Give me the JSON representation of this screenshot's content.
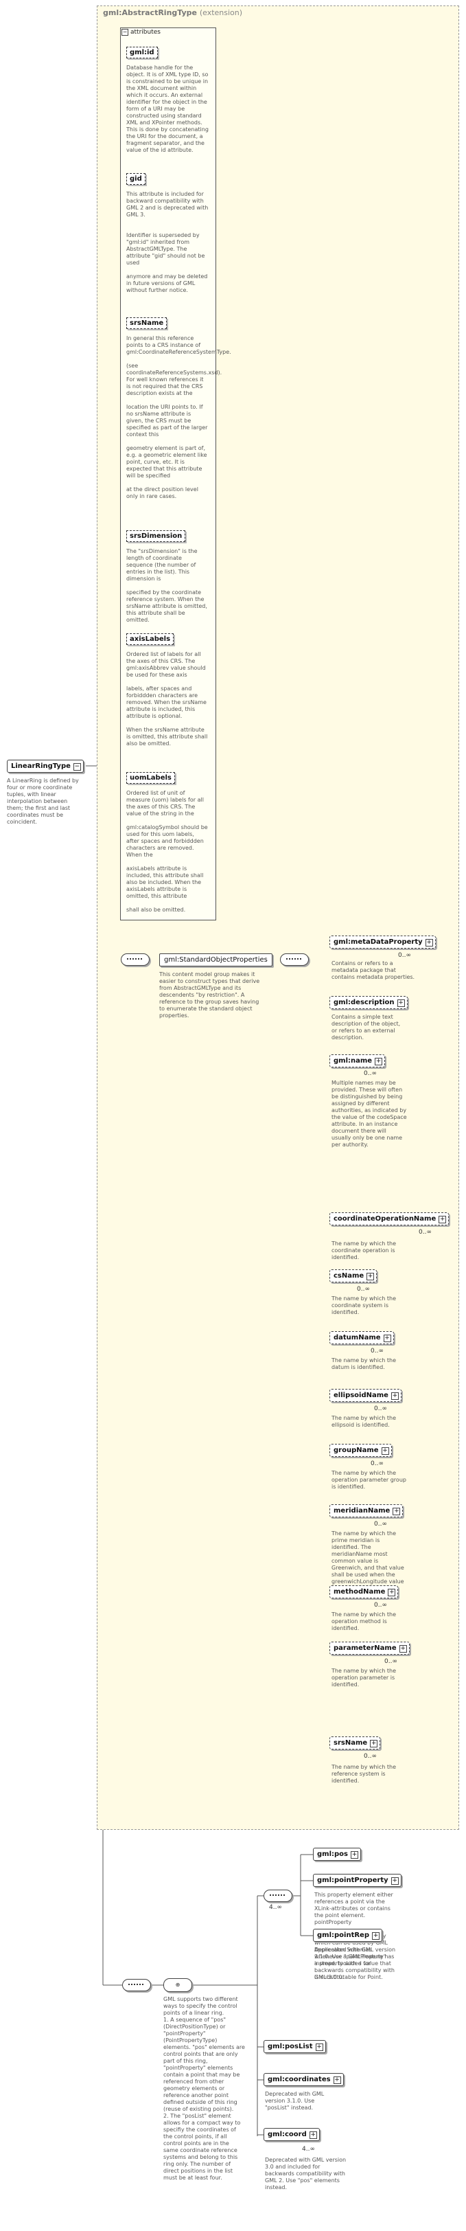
{
  "root": {
    "name": "LinearRingType",
    "description": "A LinearRing is defined by four or more coordinate tuples, with linear interpolation between them; the first and last coordinates must be coincident."
  },
  "extension": {
    "name": "gml:AbstractRingType",
    "suffix": "(extension)"
  },
  "attributes_group": {
    "label": "attributes",
    "items": [
      {
        "name": "gml:id",
        "desc": "Database handle for the object.  It is of XML type ID, so is constrained to be unique in the XML document within which it occurs.  An external identifier for the object in the form of a URI may be constructed using standard XML and XPointer methods.  This is done by concatenating the URI for the document, a fragment separator, and the value of the id attribute."
      },
      {
        "name": "gid",
        "desc": "This attribute is included for backward compatibility with GML 2 and is deprecated with GML 3.\n\n\nIdentifier is superseded by \"gml:id\" inherited from AbstractGMLType. The attribute \"gid\" should not be used\n\n                                      anymore and may be deleted in future versions of GML without further notice."
      },
      {
        "name": "srsName",
        "desc": "In general this reference points to a CRS instance of gml:CoordinateReferenceSystemType.\n\n(see coordinateReferenceSystems.xsd). For well known references it is not required that the CRS description exists at the\n\nlocation the URI points to. If no srsName attribute is given, the CRS must be specified as part of the larger context this\n\ngeometry element is part of, e.g. a geometric element like point, curve, etc. It is expected that this attribute will be specified\n\nat the direct position level only in rare cases."
      },
      {
        "name": "srsDimension",
        "desc": "The \"srsDimension\" is the length of coordinate sequence (the number of entries in the list). This dimension is\n\nspecified by the coordinate reference system. When the srsName attribute is omitted, this attribute shall be omitted."
      },
      {
        "name": "axisLabels",
        "desc": "Ordered list of labels for all the axes of this CRS. The gml:axisAbbrev value should be used for these axis\n\nlabels, after spaces and forbiddden characters are removed. When the srsName attribute is included, this attribute is optional.\n\nWhen the srsName attribute is omitted, this attribute shall also be omitted."
      },
      {
        "name": "uomLabels",
        "desc": "Ordered list of unit of measure (uom) labels for all the axes of this CRS. The value of the string in the\n\ngml:catalogSymbol should be used for this uom labels, after spaces and forbiddden characters are removed. When the\n\naxisLabels attribute is included, this attribute shall also be included. When the axisLabels attribute is omitted, this attribute\n\nshall also be omitted."
      }
    ]
  },
  "standard_group": {
    "name": "gml:StandardObjectProperties",
    "desc": "This content model group makes it easier to construct types that derive from AbstractGMLType and its descendents \"by restriction\". A reference to the group saves having to enumerate the standard object properties.",
    "elements": [
      {
        "name": "gml:metaDataProperty",
        "card": "0..∞",
        "desc": "Contains or refers to a metadata package that contains metadata properties.",
        "optional": true
      },
      {
        "name": "gml:description",
        "card": "",
        "desc": "Contains a simple text description of the object, or refers to an external description.",
        "optional": true
      },
      {
        "name": "gml:name",
        "card": "0..∞",
        "desc": "Multiple names may be provided.  These will often be distinguished by being assigned by different authorities, as indicated by the value of the codeSpace attribute.  In an instance document there will usually only be one name per authority.",
        "optional": true
      },
      {
        "name": "coordinateOperationName",
        "card": "0..∞",
        "desc": "The name by which the coordinate operation is identified.",
        "optional": true
      },
      {
        "name": "csName",
        "card": "0..∞",
        "desc": "The name by which the coordinate system is identified.",
        "optional": true
      },
      {
        "name": "datumName",
        "card": "0..∞",
        "desc": "The name by which the datum is identified.",
        "optional": true
      },
      {
        "name": "ellipsoidName",
        "card": "0..∞",
        "desc": "The name by which the ellipsoid is identified.",
        "optional": true
      },
      {
        "name": "groupName",
        "card": "0..∞",
        "desc": "The name by which the operation parameter group is identified.",
        "optional": true
      },
      {
        "name": "meridianName",
        "card": "0..∞",
        "desc": "The name by which the prime meridian is identified. The meridianName most common value is Greenwich, and that value shall be used when the greenwichLongitude value is zero.",
        "optional": true
      },
      {
        "name": "methodName",
        "card": "0..∞",
        "desc": "The name by which the operation method is identified.",
        "optional": true
      },
      {
        "name": "parameterName",
        "card": "0..∞",
        "desc": "The name by which the operation parameter is identified.",
        "optional": true
      },
      {
        "name": "srsName",
        "card": "0..∞",
        "desc": "The name by which the reference system is identified.",
        "optional": true
      }
    ]
  },
  "ring_choice": {
    "desc": "GML supports two different ways to specify the control points of a linear ring.\n1. A sequence of \"pos\" (DirectPositionType) or \"pointProperty\" (PointPropertyType) elements. \"pos\" elements are control points that are only part of this ring, \"pointProperty\" elements contain a point that may be referenced from other geometry elements or reference another point defined outside of this ring (reuse of existing points).\n2. The \"posList\" element allows for a compact way to specifiy the coordinates of the control points, if all control points are in the same coordinate reference systems and belong to this ring only. The number of direct positions in the list must be at least four.",
    "seq_card": "4..∞",
    "seq_elements": [
      {
        "name": "gml:pos",
        "desc": ""
      },
      {
        "name": "gml:pointProperty",
        "desc": "This property element either references a point via the XLink-attributes or contains the point element. pointProperty\n\nis the predefined property which can be used by GML Application Schemas whenever a GML Feature has a property with a value that\n\nis substitutable for Point."
      },
      {
        "name": "gml:pointRep",
        "desc": "Deprecated with GML version 3.1.0. Use \"pointProperty\" instead. Included for backwards compatibility with GML 3.0.0."
      }
    ],
    "other_elements": [
      {
        "name": "gml:posList",
        "desc": ""
      },
      {
        "name": "gml:coordinates",
        "desc": "Deprecated with GML version 3.1.0. Use \"posList\" instead."
      },
      {
        "name": "gml:coord",
        "card": "4..∞",
        "desc": "Deprecated with GML version 3.0 and included for backwards compatibility with GML 2. Use \"pos\" elements instead."
      }
    ]
  }
}
